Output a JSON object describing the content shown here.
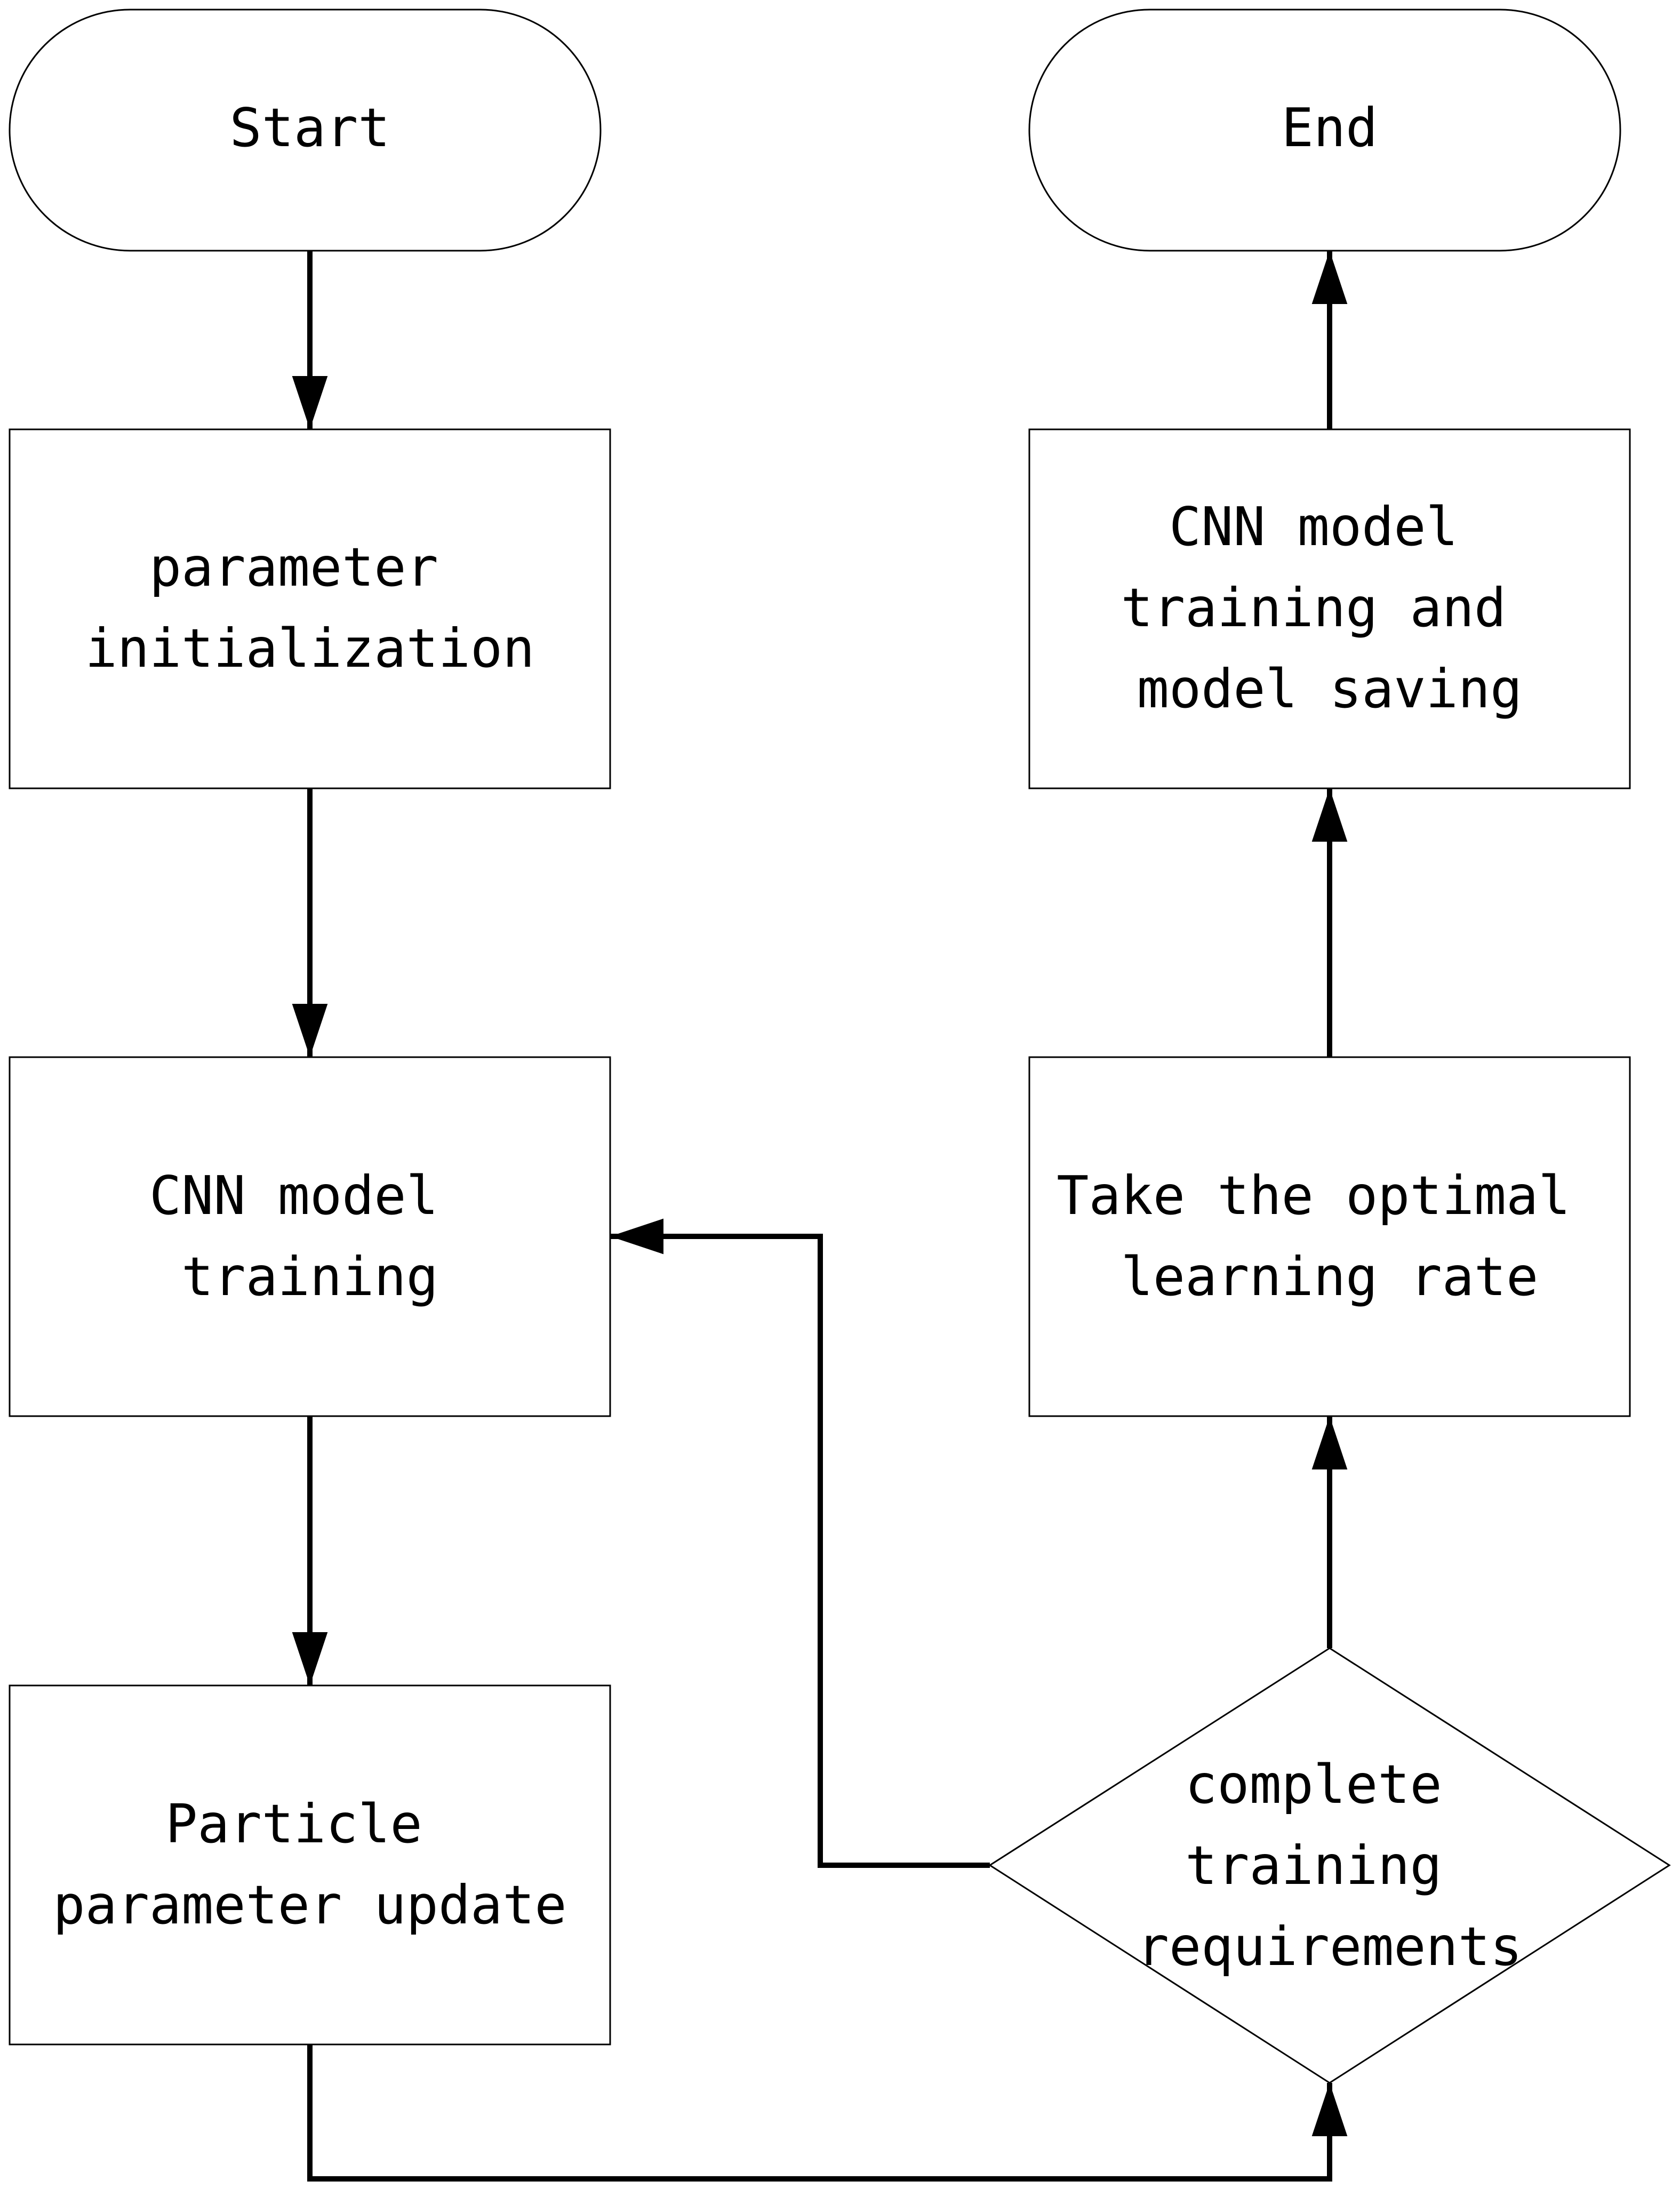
{
  "nodes": {
    "start": {
      "lines": [
        "Start"
      ]
    },
    "end": {
      "lines": [
        "End"
      ]
    },
    "param_init": {
      "lines": [
        "parameter",
        "initialization"
      ]
    },
    "cnn_train": {
      "lines": [
        "CNN model",
        "training"
      ]
    },
    "particle_update": {
      "lines": [
        "Particle",
        "parameter update"
      ]
    },
    "cnn_save": {
      "lines": [
        "CNN model",
        "training and",
        "model saving"
      ]
    },
    "optimal_lr": {
      "lines": [
        "Take the optimal",
        "learning rate"
      ]
    },
    "decision": {
      "lines": [
        "complete",
        "training",
        "requirements"
      ]
    }
  }
}
